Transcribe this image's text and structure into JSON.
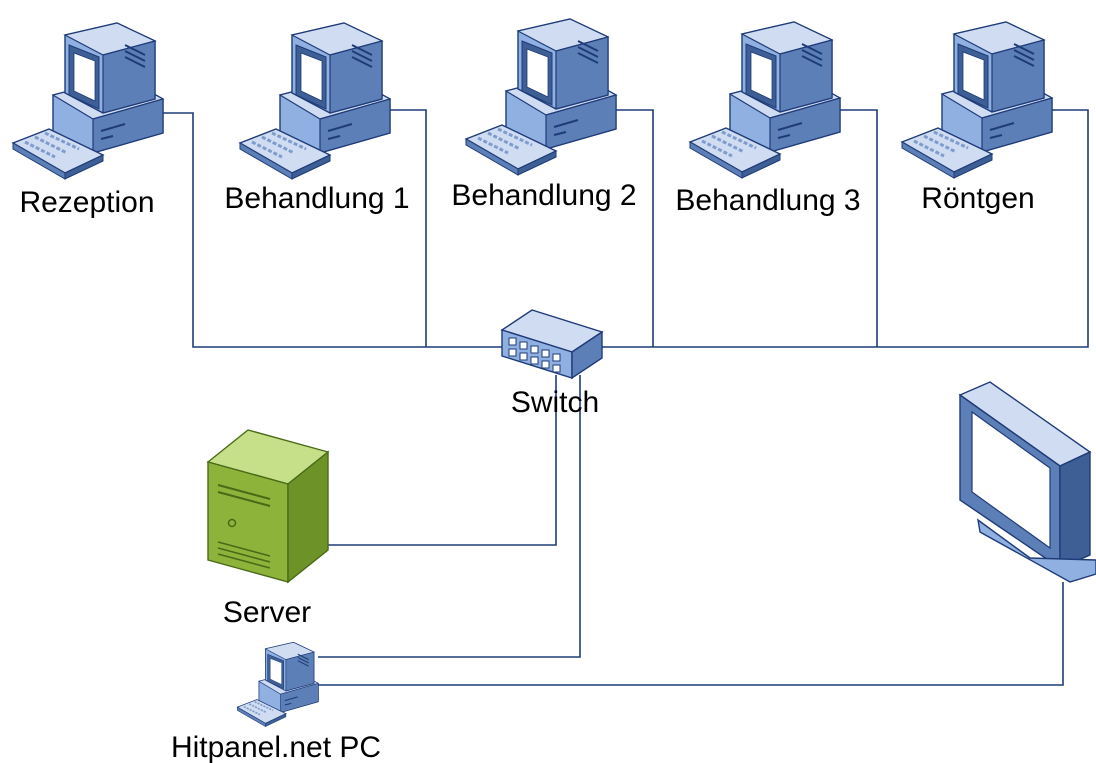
{
  "diagram": {
    "colors": {
      "wire": "#1f3b78",
      "device_fill": "#8fb0e0",
      "device_dark": "#3d5f96",
      "device_light": "#cfdcf2",
      "screen": "#ffffff",
      "server_fill": "#8db33b",
      "server_light": "#c6e08a"
    },
    "nodes": [
      {
        "id": "rezeption",
        "label": "Rezeption",
        "icon": "workstation-icon"
      },
      {
        "id": "behandlung-1",
        "label": "Behandlung 1",
        "icon": "workstation-icon"
      },
      {
        "id": "behandlung-2",
        "label": "Behandlung 2",
        "icon": "workstation-icon"
      },
      {
        "id": "behandlung-3",
        "label": "Behandlung 3",
        "icon": "workstation-icon"
      },
      {
        "id": "roentgen",
        "label": "Röntgen",
        "icon": "workstation-icon"
      },
      {
        "id": "switch",
        "label": "Switch",
        "icon": "network-switch-icon"
      },
      {
        "id": "server",
        "label": "Server",
        "icon": "server-tower-icon"
      },
      {
        "id": "hitpanel-pc",
        "label": "Hitpanel.net PC",
        "icon": "workstation-icon"
      },
      {
        "id": "monitor",
        "label": "",
        "icon": "monitor-icon"
      }
    ],
    "connections": [
      {
        "from": "rezeption",
        "to": "switch"
      },
      {
        "from": "behandlung-1",
        "to": "switch"
      },
      {
        "from": "behandlung-2",
        "to": "switch"
      },
      {
        "from": "behandlung-3",
        "to": "switch"
      },
      {
        "from": "roentgen",
        "to": "switch"
      },
      {
        "from": "server",
        "to": "switch"
      },
      {
        "from": "hitpanel-pc",
        "to": "switch"
      },
      {
        "from": "hitpanel-pc",
        "to": "monitor"
      }
    ]
  }
}
